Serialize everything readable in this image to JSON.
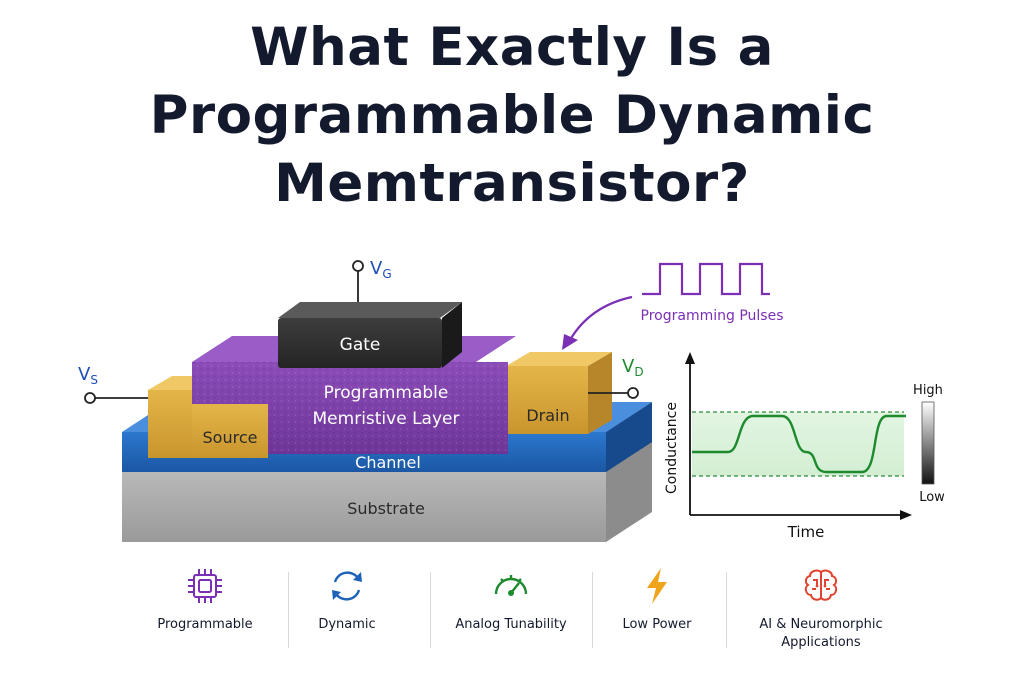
{
  "title": {
    "line1": "What Exactly Is a",
    "line2": "Programmable Dynamic",
    "line3": "Memtransistor?"
  },
  "device": {
    "gate_label": "Gate",
    "layer_label_line1": "Programmable",
    "layer_label_line2": "Memristive Layer",
    "source_label": "Source",
    "drain_label": "Drain",
    "channel_label": "Channel",
    "substrate_label": "Substrate",
    "vg_main": "V",
    "vg_sub": "G",
    "vs_main": "V",
    "vs_sub": "S",
    "vd_main": "V",
    "vd_sub": "D"
  },
  "pulses": {
    "label": "Programming Pulses"
  },
  "graph": {
    "y_label": "Conductance",
    "x_label": "Time",
    "scale_high": "High",
    "scale_low": "Low"
  },
  "features": [
    {
      "label": "Programmable",
      "icon": "chip-icon"
    },
    {
      "label": "Dynamic",
      "icon": "cycle-arrows-icon"
    },
    {
      "label": "Analog Tunability",
      "icon": "gauge-icon"
    },
    {
      "label": "Low Power",
      "icon": "lightning-icon"
    },
    {
      "label": "AI & Neuromorphic Applications",
      "icon": "brain-icon"
    }
  ],
  "colors": {
    "gate": "#333333",
    "memristive_layer": "#7b3fa8",
    "electrode": "#d9a93b",
    "channel": "#1e63b8",
    "substrate": "#a9a9a9",
    "pulse": "#7a2fb5",
    "conductance_curve": "#1e8a2e"
  }
}
